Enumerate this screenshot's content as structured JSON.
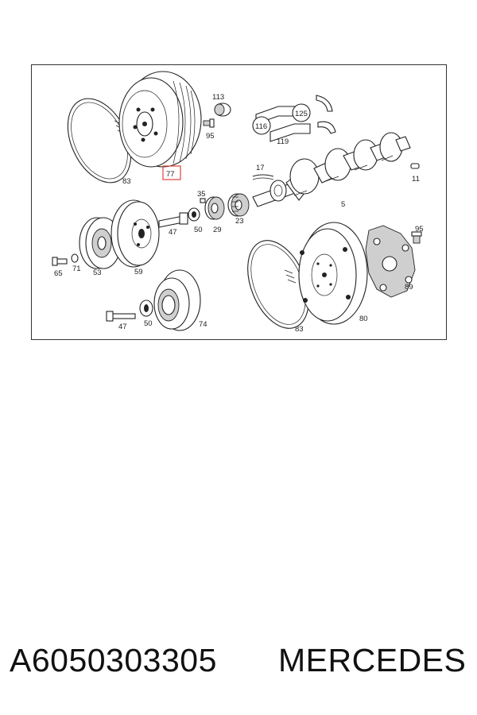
{
  "diagram": {
    "labels": {
      "p83a": "83",
      "p77": "77",
      "p113": "113",
      "p95a": "95",
      "p116": "116",
      "p125": "125",
      "p119": "119",
      "p17": "17",
      "p5": "5",
      "p11": "11",
      "p35": "35",
      "p47a": "47",
      "p50a": "50",
      "p29": "29",
      "p23": "23",
      "p65": "65",
      "p71": "71",
      "p53": "53",
      "p59": "59",
      "p47b": "47",
      "p50b": "50",
      "p74": "74",
      "p83b": "83",
      "p80": "80",
      "p95b": "95",
      "p89": "89"
    },
    "highlight_color": "#e0443c"
  },
  "caption": {
    "part_number": "A6050303305",
    "brand": "MERCEDES"
  }
}
